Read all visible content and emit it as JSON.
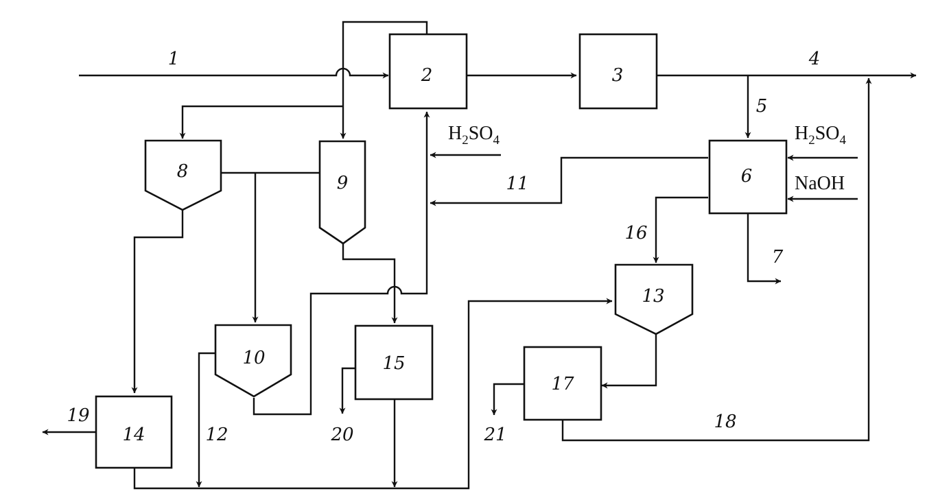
{
  "units": {
    "u2": "2",
    "u3": "3",
    "u6": "6",
    "u8": "8",
    "u9": "9",
    "u10": "10",
    "u13": "13",
    "u14": "14",
    "u15": "15",
    "u17": "17"
  },
  "streams": {
    "s1": "1",
    "s4": "4",
    "s5": "5",
    "s7": "7",
    "s11": "11",
    "s12": "12",
    "s16": "16",
    "s18": "18",
    "s19": "19",
    "s20": "20",
    "s21": "21"
  },
  "reagents": {
    "acid_main": "H",
    "acid_main_sub2": "2",
    "acid_main_mid": "SO",
    "acid_main_sub4": "4",
    "acid_side": "H",
    "acid_side_sub2": "2",
    "acid_side_mid": "SO",
    "acid_side_sub4": "4",
    "base": "NaOH"
  }
}
